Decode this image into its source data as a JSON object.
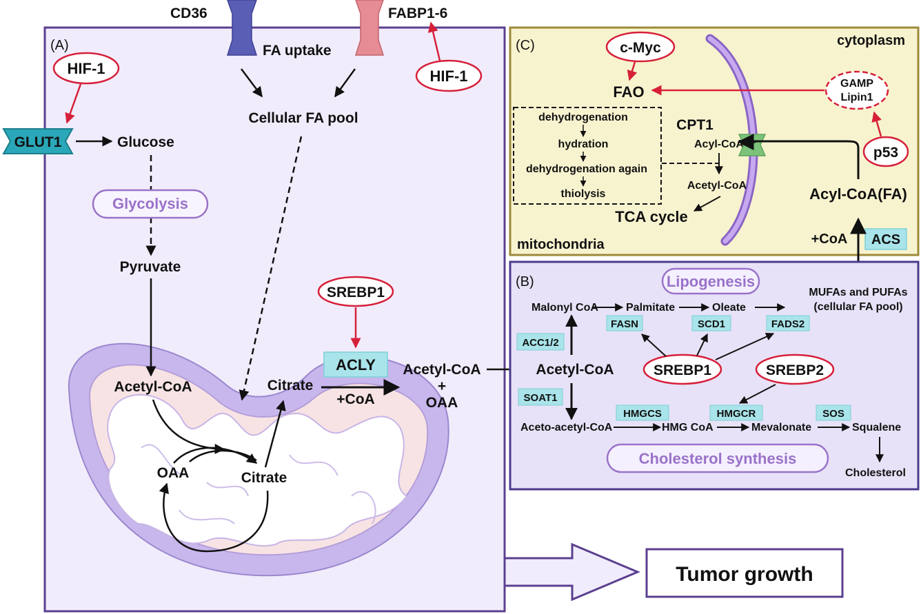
{
  "colors": {
    "panel_a_bg": "#f1ecfb",
    "panel_a_border": "#5b3f8f",
    "panel_b_bg": "#e7e2f7",
    "panel_b_border": "#4b3a8c",
    "panel_c_bg": "#f8f3cf",
    "panel_c_border": "#9c8a3a",
    "regulator_red": "#d6203a",
    "process_purple": "#9a72c9",
    "enzyme_cyan": "#a9e4ea",
    "arrow_black": "#111111",
    "cd36_blue": "#5a5eb4",
    "fabp_pink": "#e58c95",
    "glut1_teal": "#2aa7b8",
    "cpt1_green": "#7cc27a",
    "mito_outer": "#c8b7ec",
    "mito_inner": "#f7e3e4"
  },
  "top": {
    "cd36": "CD36",
    "fabp": "FABP1-6",
    "fa_uptake": "FA uptake"
  },
  "panel_a": {
    "label": "(A)",
    "hif1_left": "HIF-1",
    "hif1_right": "HIF-1",
    "glut1": "GLUT1",
    "glucose": "Glucose",
    "glycolysis": "Glycolysis",
    "pyruvate": "Pyruvate",
    "cellular_fa_pool": "Cellular FA pool",
    "srebp1": "SREBP1",
    "acly": "ACLY",
    "acetyl_coa_mito": "Acetyl-CoA",
    "oaa_mito": "OAA",
    "citrate_mito": "Citrate",
    "citrate_cyto": "Citrate",
    "plus_coa": "+CoA",
    "acetyl_coa_out": "Acetyl-CoA",
    "plus": "+",
    "oaa_out": "OAA"
  },
  "panel_b": {
    "label": "(B)",
    "lipogenesis": "Lipogenesis",
    "mufas_line1": "MUFAs and PUFAs",
    "mufas_line2": "(cellular FA pool)",
    "malonyl_coa": "Malonyl CoA",
    "palmitate": "Palmitate",
    "oleate": "Oleate",
    "fasn": "FASN",
    "scd1": "SCD1",
    "fads2": "FADS2",
    "acc12": "ACC1/2",
    "acetyl_coa": "Acetyl-CoA",
    "srebp1": "SREBP1",
    "srebp2": "SREBP2",
    "soat1": "SOAT1",
    "hmgcs": "HMGCS",
    "hmgcr": "HMGCR",
    "sos": "SOS",
    "acetoacetyl": "Aceto-acetyl-CoA",
    "hmg_coa": "HMG CoA",
    "mevalonate": "Mevalonate",
    "squalene": "Squalene",
    "cholesterol_synthesis": "Cholesterol synthesis",
    "cholesterol": "Cholesterol"
  },
  "panel_c": {
    "label": "(C)",
    "cytoplasm": "cytoplasm",
    "mitochondria": "mitochondria",
    "cmyc": "c-Myc",
    "fao": "FAO",
    "gamp": "GAMP",
    "lipin1": "Lipin1",
    "p53": "p53",
    "cpt1": "CPT1",
    "step1": "dehydrogenation",
    "step2": "hydration",
    "step3": "dehydrogenation again",
    "step4": "thiolysis",
    "acyl_coa_inner": "Acyl-CoA",
    "acetyl_coa_inner": "Acetyl-CoA",
    "tca": "TCA cycle",
    "acyl_coa_fa": "Acyl-CoA(FA)",
    "plus_coa": "+CoA",
    "acs": "ACS"
  },
  "outcome": {
    "tumor_growth": "Tumor growth"
  }
}
